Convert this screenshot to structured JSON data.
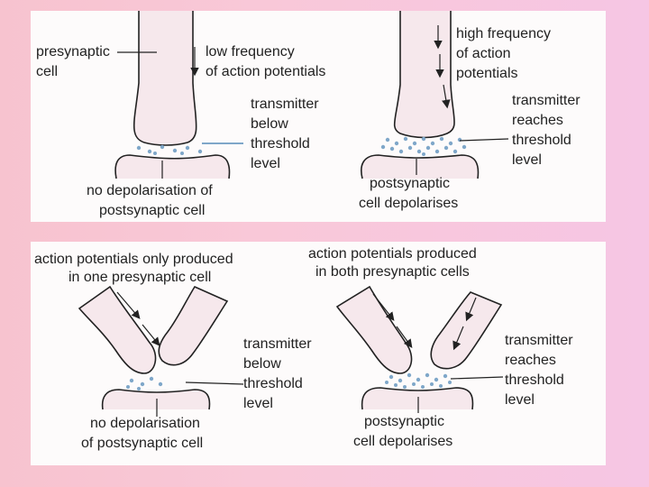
{
  "top_left": {
    "presynaptic_line1": "presynaptic",
    "presynaptic_line2": "cell",
    "freq_line1": "low frequency",
    "freq_line2": "of action potentials",
    "transmitter_line1": "transmitter",
    "transmitter_line2": "below",
    "transmitter_line3": "threshold",
    "transmitter_line4": "level",
    "result_line1": "no depolarisation of",
    "result_line2": "postsynaptic cell"
  },
  "top_right": {
    "freq_line1": "high frequency",
    "freq_line2": "of action",
    "freq_line3": "potentials",
    "transmitter_line1": "transmitter",
    "transmitter_line2": "reaches",
    "transmitter_line3": "threshold",
    "transmitter_line4": "level",
    "result_line1": "postsynaptic",
    "result_line2": "cell depolarises"
  },
  "bottom_left": {
    "title_line1": "action potentials only produced",
    "title_line2": "in one presynaptic cell",
    "transmitter_line1": "transmitter",
    "transmitter_line2": "below",
    "transmitter_line3": "threshold",
    "transmitter_line4": "level",
    "result_line1": "no depolarisation",
    "result_line2": "of postsynaptic cell"
  },
  "bottom_right": {
    "title_line1": "action potentials produced",
    "title_line2": "in both presynaptic cells",
    "transmitter_line1": "transmitter",
    "transmitter_line2": "reaches",
    "transmitter_line3": "threshold",
    "transmitter_line4": "level",
    "result_line1": "postsynaptic",
    "result_line2": "cell depolarises"
  },
  "colors": {
    "panel": "#fdfbfb",
    "transmitter_dot": "#7fa7c9",
    "cell_fill": "#f6e8ec"
  }
}
